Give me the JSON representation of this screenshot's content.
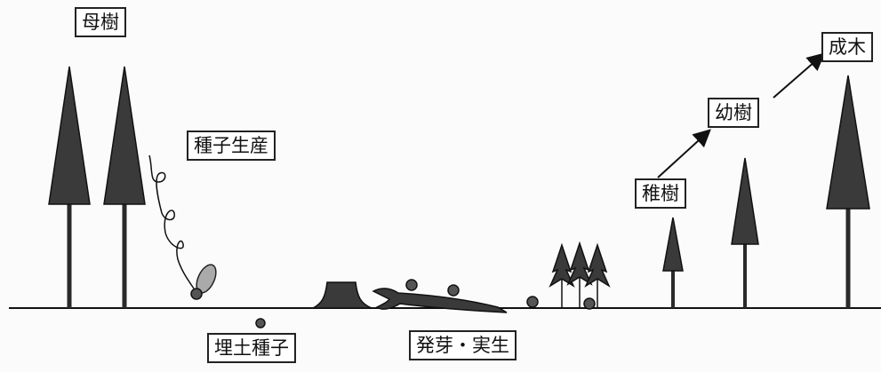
{
  "labels": {
    "mother_tree": "母樹",
    "seed_production": "種子生産",
    "buried_seeds": "埋土種子",
    "germination_seedling": "発芽・実生",
    "sapling": "稚樹",
    "young_tree": "幼樹",
    "adult_tree": "成木"
  },
  "colors": {
    "foliage": "#3a3a3a",
    "trunk": "#2a2a2a",
    "seed": "#555555",
    "background": "#fbfbfb"
  }
}
